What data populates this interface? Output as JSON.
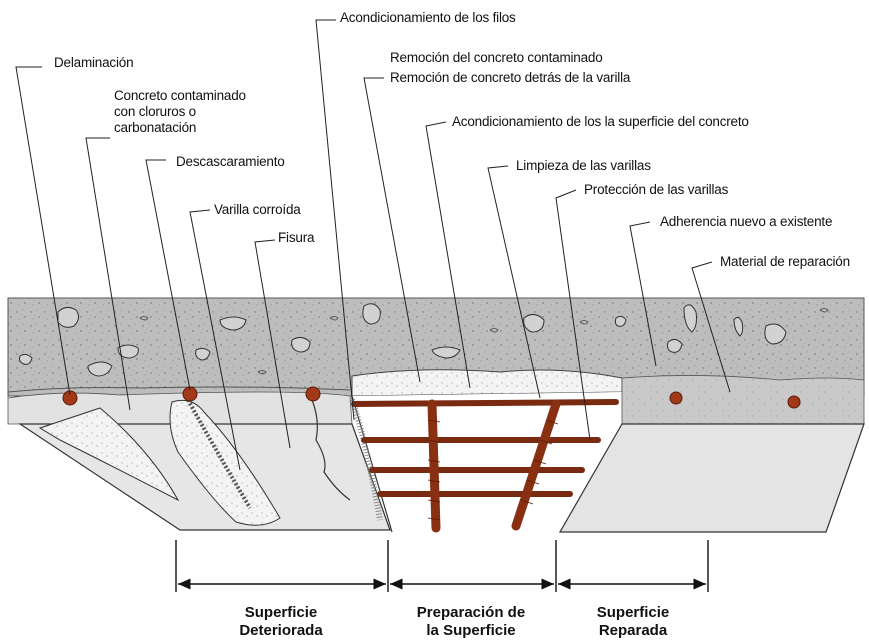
{
  "labels": {
    "edge_conditioning": "Acondicionamiento de los filos",
    "delamination": "Delaminación",
    "contaminated_removal": "Remoción del concreto contaminado",
    "behind_rebar_removal": "Remoción de concreto detrás de la varilla",
    "contaminated_concrete": "Concreto contaminado\ncon cloruros o\ncarbonatación",
    "surface_conditioning": "Acondicionamiento de los la superficie del concreto",
    "spalling": "Descascaramiento",
    "rebar_cleaning": "Limpieza de las varillas",
    "rebar_protection": "Protección de las varillas",
    "corroded_rebar": "Varilla corroída",
    "new_to_old_bond": "Adherencia nuevo a existente",
    "crack": "Fisura",
    "repair_material": "Material de reparación"
  },
  "sections": {
    "deteriorated": "Superficie\nDeteriorada",
    "preparation": "Preparación de\nla Superficie",
    "repaired": "Superficie\nReparada"
  },
  "colors": {
    "concrete_face": "#b9b9b9",
    "concrete_dark": "#7e7e7e",
    "underside": "#e4e4e4",
    "rebar": "#a23a1a",
    "ink": "#111111"
  }
}
